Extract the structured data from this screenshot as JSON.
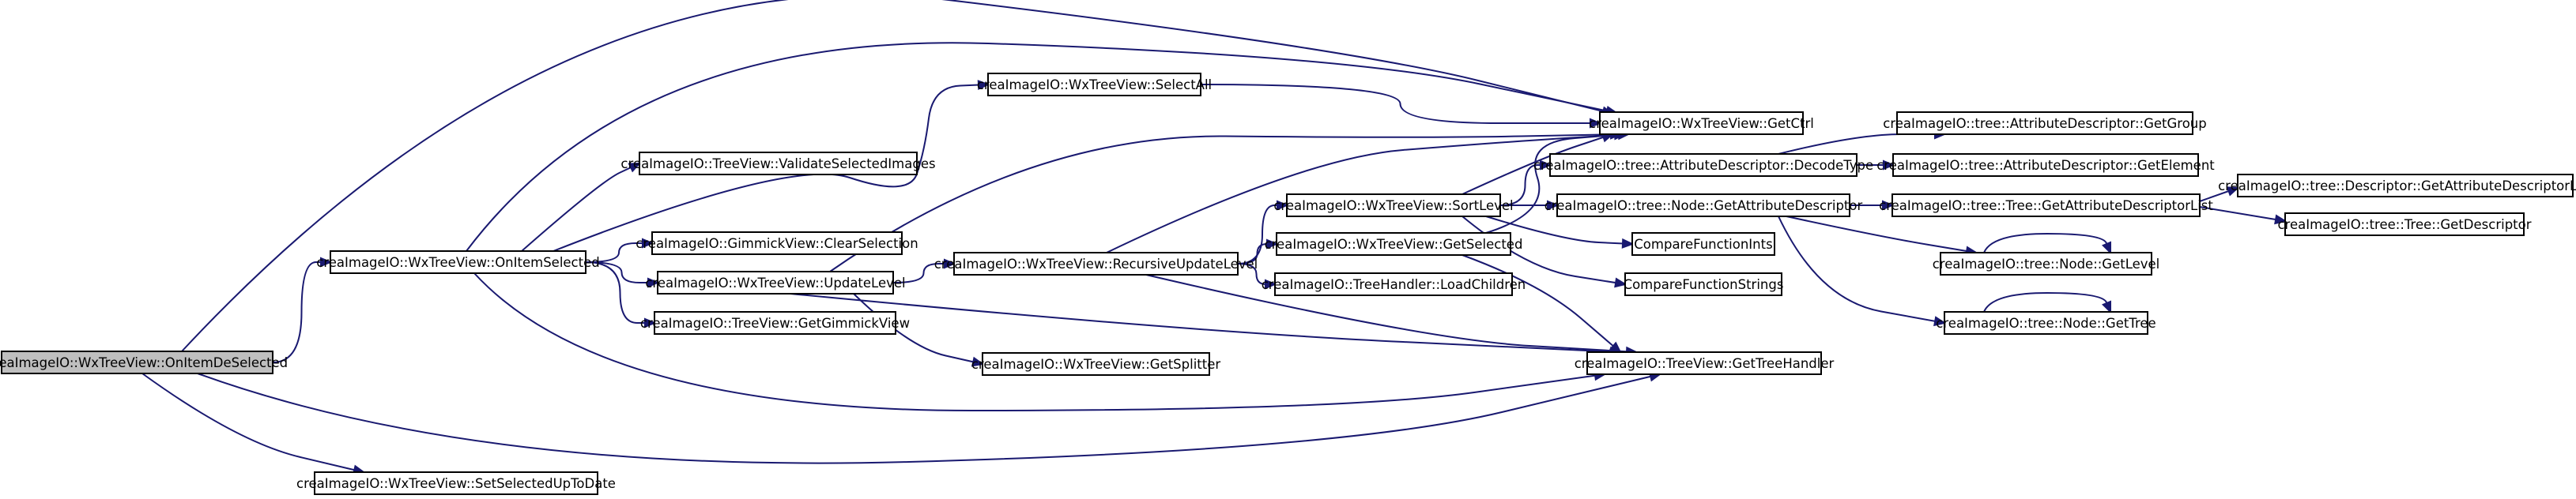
{
  "graph": {
    "colors": {
      "edge": "#191970",
      "root_fill": "#bfbfbf",
      "node_fill": "#ffffff",
      "node_stroke": "#000000"
    },
    "nodes": [
      {
        "id": "onItemDeSelected",
        "label": "creaImageIO::WxTreeView::OnItemDeSelected",
        "root": true
      },
      {
        "id": "onItemSelected",
        "label": "creaImageIO::WxTreeView::OnItemSelected"
      },
      {
        "id": "setSelectedUpToDate",
        "label": "creaImageIO::WxTreeView::SetSelectedUpToDate"
      },
      {
        "id": "getCtrl",
        "label": "creaImageIO::WxTreeView::GetCtrl"
      },
      {
        "id": "getTreeHandler",
        "label": "creaImageIO::TreeView::GetTreeHandler"
      },
      {
        "id": "validateSelectedImages",
        "label": "creaImageIO::TreeView::ValidateSelectedImages"
      },
      {
        "id": "clearSelection",
        "label": "creaImageIO::GimmickView::ClearSelection"
      },
      {
        "id": "updateLevel",
        "label": "creaImageIO::WxTreeView::UpdateLevel"
      },
      {
        "id": "getGimmickView",
        "label": "creaImageIO::TreeView::GetGimmickView"
      },
      {
        "id": "selectAll",
        "label": "creaImageIO::WxTreeView::SelectAll"
      },
      {
        "id": "recursiveUpdateLevel",
        "label": "creaImageIO::WxTreeView::RecursiveUpdateLevel"
      },
      {
        "id": "getSplitter",
        "label": "creaImageIO::WxTreeView::GetSplitter"
      },
      {
        "id": "sortLevel",
        "label": "creaImageIO::WxTreeView::SortLevel"
      },
      {
        "id": "getSelected",
        "label": "creaImageIO::WxTreeView::GetSelected"
      },
      {
        "id": "loadChildren",
        "label": "creaImageIO::TreeHandler::LoadChildren"
      },
      {
        "id": "decodeType",
        "label": "creaImageIO::tree::AttributeDescriptor::DecodeType"
      },
      {
        "id": "getAttributeDescriptor",
        "label": "creaImageIO::tree::Node::GetAttributeDescriptor"
      },
      {
        "id": "compareFunctionInts",
        "label": "CompareFunctionInts"
      },
      {
        "id": "compareFunctionStrings",
        "label": "CompareFunctionStrings"
      },
      {
        "id": "getGroup",
        "label": "creaImageIO::tree::AttributeDescriptor::GetGroup"
      },
      {
        "id": "getElement",
        "label": "creaImageIO::tree::AttributeDescriptor::GetElement"
      },
      {
        "id": "getAttributeDescriptorList",
        "label": "creaImageIO::tree::Tree::GetAttributeDescriptorList"
      },
      {
        "id": "getLevel",
        "label": "creaImageIO::tree::Node::GetLevel"
      },
      {
        "id": "getTree",
        "label": "creaImageIO::tree::Node::GetTree"
      },
      {
        "id": "descriptorGetAttributeDescriptorList",
        "label": "creaImageIO::tree::Descriptor::GetAttributeDescriptorList"
      },
      {
        "id": "getDescriptor",
        "label": "creaImageIO::tree::Tree::GetDescriptor"
      }
    ],
    "edges": [
      [
        "onItemDeSelected",
        "onItemSelected"
      ],
      [
        "onItemDeSelected",
        "getCtrl"
      ],
      [
        "onItemDeSelected",
        "getTreeHandler"
      ],
      [
        "onItemDeSelected",
        "setSelectedUpToDate"
      ],
      [
        "onItemSelected",
        "getCtrl"
      ],
      [
        "onItemSelected",
        "validateSelectedImages"
      ],
      [
        "onItemSelected",
        "selectAll"
      ],
      [
        "onItemSelected",
        "clearSelection"
      ],
      [
        "onItemSelected",
        "updateLevel"
      ],
      [
        "onItemSelected",
        "getGimmickView"
      ],
      [
        "onItemSelected",
        "getTreeHandler"
      ],
      [
        "selectAll",
        "getCtrl"
      ],
      [
        "updateLevel",
        "getCtrl"
      ],
      [
        "updateLevel",
        "recursiveUpdateLevel"
      ],
      [
        "updateLevel",
        "getSplitter"
      ],
      [
        "updateLevel",
        "getTreeHandler"
      ],
      [
        "recursiveUpdateLevel",
        "getCtrl"
      ],
      [
        "recursiveUpdateLevel",
        "sortLevel"
      ],
      [
        "recursiveUpdateLevel",
        "getSelected"
      ],
      [
        "recursiveUpdateLevel",
        "loadChildren"
      ],
      [
        "recursiveUpdateLevel",
        "getTreeHandler"
      ],
      [
        "sortLevel",
        "getCtrl"
      ],
      [
        "sortLevel",
        "decodeType"
      ],
      [
        "sortLevel",
        "getAttributeDescriptor"
      ],
      [
        "sortLevel",
        "compareFunctionInts"
      ],
      [
        "sortLevel",
        "compareFunctionStrings"
      ],
      [
        "getSelected",
        "getCtrl"
      ],
      [
        "getSelected",
        "getTreeHandler"
      ],
      [
        "decodeType",
        "getGroup"
      ],
      [
        "decodeType",
        "getElement"
      ],
      [
        "getAttributeDescriptor",
        "getAttributeDescriptorList"
      ],
      [
        "getAttributeDescriptor",
        "getLevel"
      ],
      [
        "getAttributeDescriptor",
        "getTree"
      ],
      [
        "getAttributeDescriptorList",
        "descriptorGetAttributeDescriptorList"
      ],
      [
        "getAttributeDescriptorList",
        "getDescriptor"
      ],
      [
        "getLevel",
        "getLevel"
      ],
      [
        "getTree",
        "getTree"
      ]
    ]
  }
}
